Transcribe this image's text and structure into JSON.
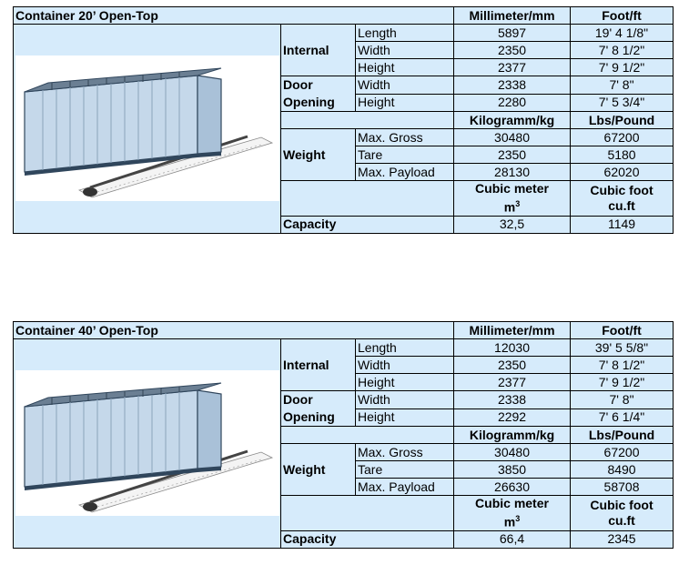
{
  "tables": [
    {
      "title": "Container 20’ Open-Top",
      "col_mm": "Millimeter/mm",
      "col_ft": "Foot/ft",
      "internal_label": "Internal",
      "door_label_1": "Door",
      "door_label_2": "Opening",
      "weight_label": "Weight",
      "capacity_label": "Capacity",
      "col_kg": "Kilogramm/kg",
      "col_lbs": "Lbs/Pound",
      "col_m3_1": "Cubic meter",
      "col_m3_2": "m",
      "col_m3_sup": "3",
      "col_cuft_1": "Cubic foot",
      "col_cuft_2": "cu.ft",
      "rows": {
        "length": {
          "label": "Length",
          "mm": "5897",
          "ft": "19' 4 1/8\""
        },
        "int_width": {
          "label": "Width",
          "mm": "2350",
          "ft": "7' 8 1/2\""
        },
        "int_height": {
          "label": "Height",
          "mm": "2377",
          "ft": "7' 9 1/2\""
        },
        "door_width": {
          "label": "Width",
          "mm": "2338",
          "ft": "7' 8\""
        },
        "door_height": {
          "label": "Height",
          "mm": "2280",
          "ft": "7' 5 3/4\""
        },
        "gross": {
          "label": "Max. Gross",
          "kg": "30480",
          "lbs": "67200"
        },
        "tare": {
          "label": "Tare",
          "kg": "2350",
          "lbs": "5180"
        },
        "payload": {
          "label": "Max. Payload",
          "kg": "28130",
          "lbs": "62020"
        },
        "capacity": {
          "m3": "32,5",
          "cuft": "1149"
        }
      }
    },
    {
      "title": "Container 40’ Open-Top",
      "col_mm": "Millimeter/mm",
      "col_ft": "Foot/ft",
      "internal_label": "Internal",
      "door_label_1": "Door",
      "door_label_2": "Opening",
      "weight_label": "Weight",
      "capacity_label": "Capacity",
      "col_kg": "Kilogramm/kg",
      "col_lbs": "Lbs/Pound",
      "col_m3_1": "Cubic meter",
      "col_m3_2": "m",
      "col_m3_sup": "3",
      "col_cuft_1": "Cubic foot",
      "col_cuft_2": "cu.ft",
      "rows": {
        "length": {
          "label": "Length",
          "mm": "12030",
          "ft": "39' 5 5/8\""
        },
        "int_width": {
          "label": "Width",
          "mm": "2350",
          "ft": "7' 8 1/2\""
        },
        "int_height": {
          "label": "Height",
          "mm": "2377",
          "ft": "7' 9 1/2\""
        },
        "door_width": {
          "label": "Width",
          "mm": "2338",
          "ft": "7' 8\""
        },
        "door_height": {
          "label": "Height",
          "mm": "2292",
          "ft": "7' 6 1/4\""
        },
        "gross": {
          "label": "Max. Gross",
          "kg": "30480",
          "lbs": "67200"
        },
        "tare": {
          "label": "Tare",
          "kg": "3850",
          "lbs": "8490"
        },
        "payload": {
          "label": "Max. Payload",
          "kg": "26630",
          "lbs": "58708"
        },
        "capacity": {
          "m3": "66,4",
          "cuft": "2345"
        }
      }
    }
  ]
}
